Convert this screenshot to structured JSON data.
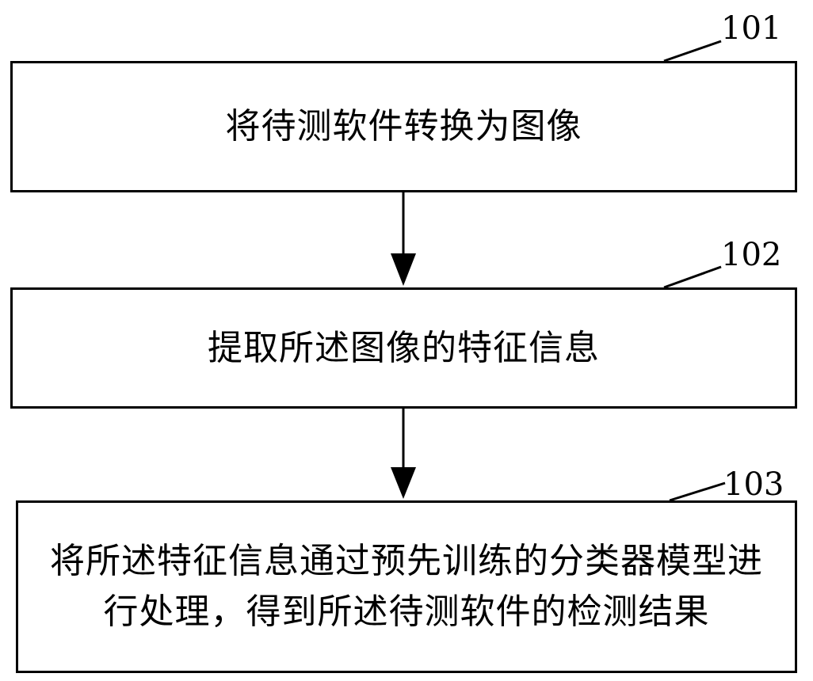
{
  "steps": [
    {
      "ref": "101",
      "text": "将待测软件转换为图像"
    },
    {
      "ref": "102",
      "text": "提取所述图像的特征信息"
    },
    {
      "ref": "103",
      "text": "将所述特征信息通过预先训练的分类器模型进行处理，得到所述待测软件的检测结果"
    }
  ]
}
